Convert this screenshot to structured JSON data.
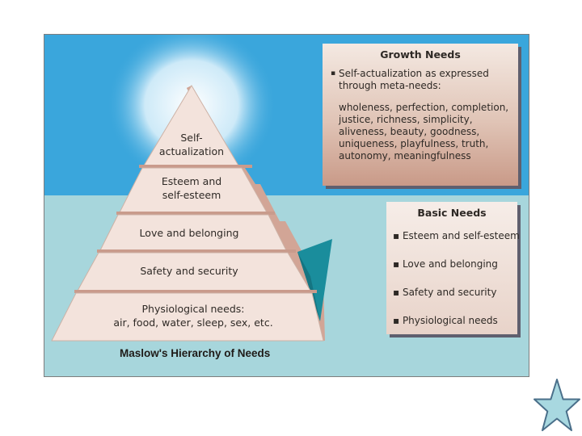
{
  "pyramid": {
    "levels": [
      {
        "line1": "Self-",
        "line2": "actualization"
      },
      {
        "line1": "Esteem and",
        "line2": "self-esteem"
      },
      {
        "line1": "Love and belonging",
        "line2": ""
      },
      {
        "line1": "Safety and security",
        "line2": ""
      },
      {
        "line1": "Physiological needs:",
        "line2": "air, food, water, sleep, sex, etc."
      }
    ]
  },
  "caption": "Maslow's Hierarchy of Needs",
  "growth_needs": {
    "title": "Growth Needs",
    "bullet": "▪",
    "point": "Self-actualization as expressed through meta-needs:",
    "list": "wholeness, perfection, completion, justice, richness, simplicity, aliveness, beauty, goodness, uniqueness, playfulness, truth, autonomy, meaningfulness"
  },
  "basic_needs": {
    "title": "Basic Needs",
    "items": [
      "▪ Esteem and self-esteem",
      "▪ Love and belonging",
      "▪ Safety and security",
      "▪ Physiological needs"
    ]
  },
  "colors": {
    "sky": "#3aa6dc",
    "sea": "#a7d6dc",
    "pyramid_face": "#f2e0d8",
    "pyramid_side": "#d2a596",
    "teal_shape": "#1a8d9c",
    "star_fill": "#a8d8e0",
    "star_stroke": "#4a6f8a"
  },
  "decoration": {
    "star_icon": "star-outline-icon"
  }
}
